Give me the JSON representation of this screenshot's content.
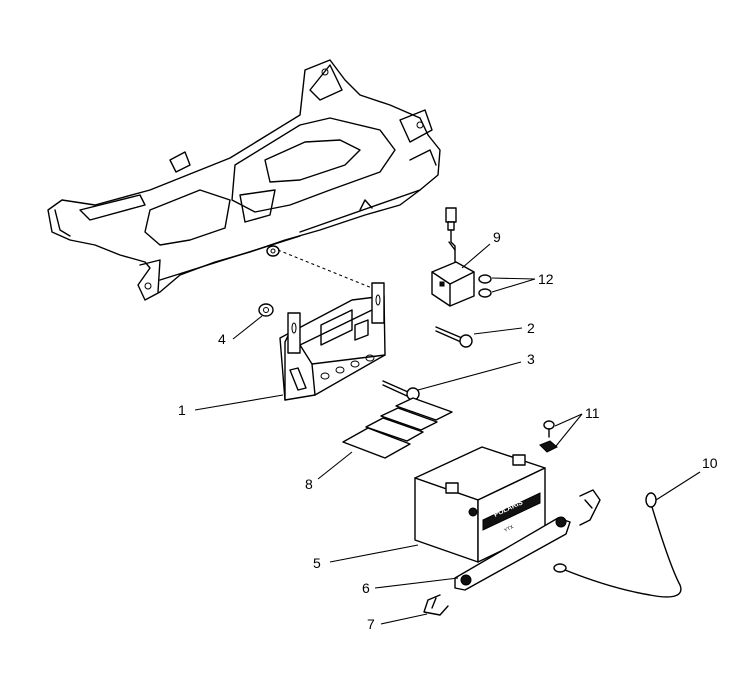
{
  "callouts": {
    "c1": "1",
    "c2": "2",
    "c3": "3",
    "c4": "4",
    "c5": "5",
    "c6": "6",
    "c7": "7",
    "c8": "8",
    "c9": "9",
    "c10": "10",
    "c11": "11",
    "c12": "12"
  },
  "battery": {
    "brand": "POLARIS",
    "sub": "YTX"
  }
}
